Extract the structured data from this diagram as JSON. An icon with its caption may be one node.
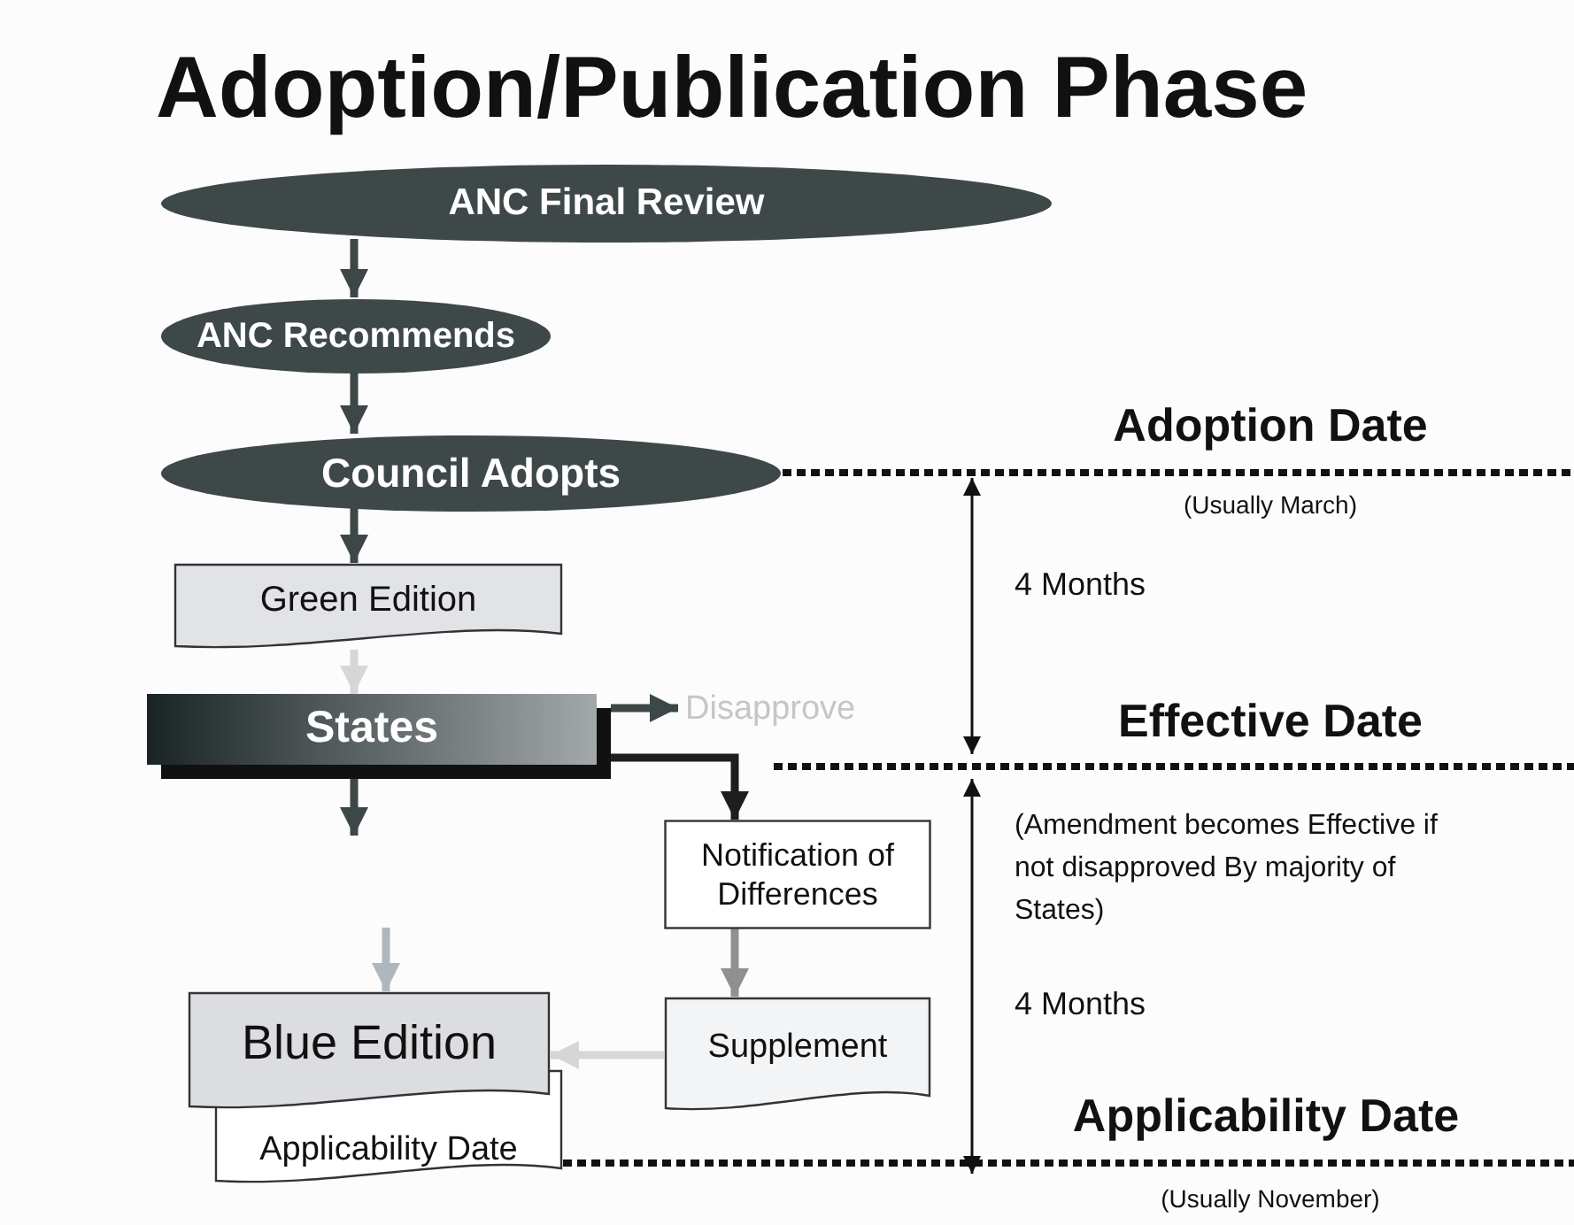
{
  "diagram": {
    "title": "Adoption/Publication Phase",
    "nodes": [
      {
        "text": [
          "ANC Final Review"
        ]
      },
      {
        "text": [
          "ANC Recommends"
        ]
      },
      {
        "text": [
          "Council Adopts"
        ]
      },
      {
        "text": [
          "Green Edition"
        ]
      },
      {
        "text": [
          "States"
        ]
      },
      {
        "text": [
          "Disapprove"
        ]
      },
      {
        "text": [
          "Notification of Differences"
        ]
      },
      {
        "text": [
          "Supplement"
        ]
      },
      {
        "text": [
          "Blue Edition"
        ]
      },
      {
        "text": [
          "Applicability Date"
        ]
      }
    ],
    "edges": [
      {
        "from": 0,
        "to": 1,
        "arrow": "to"
      },
      {
        "from": 1,
        "to": 2,
        "arrow": "to"
      },
      {
        "from": 2,
        "to": 3,
        "arrow": "to"
      },
      {
        "from": 3,
        "to": 4,
        "arrow": "to",
        "color": "#d4d6d8"
      },
      {
        "from": 4,
        "to": 5,
        "arrow": "to"
      },
      {
        "from": 4,
        "to": 6,
        "arrow": "to",
        "color": "#1e1e1e"
      },
      {
        "from": 4,
        "to": null,
        "arrow": "to"
      },
      {
        "from": null,
        "to": 8,
        "arrow": "to",
        "color": "#aeb6be"
      },
      {
        "from": 6,
        "to": 7,
        "arrow": "to",
        "color": "#909090"
      },
      {
        "from": 7,
        "to": 8,
        "arrow": "to",
        "color": "#d4d6d8"
      }
    ],
    "labels": [
      "Adoption Date",
      "(Usually March)",
      "4 Months",
      "Effective Date",
      "(Amendment becomes Effective if not disapproved By majority of States)",
      "4 Months",
      "Applicability Date",
      "(Usually November)"
    ]
  }
}
